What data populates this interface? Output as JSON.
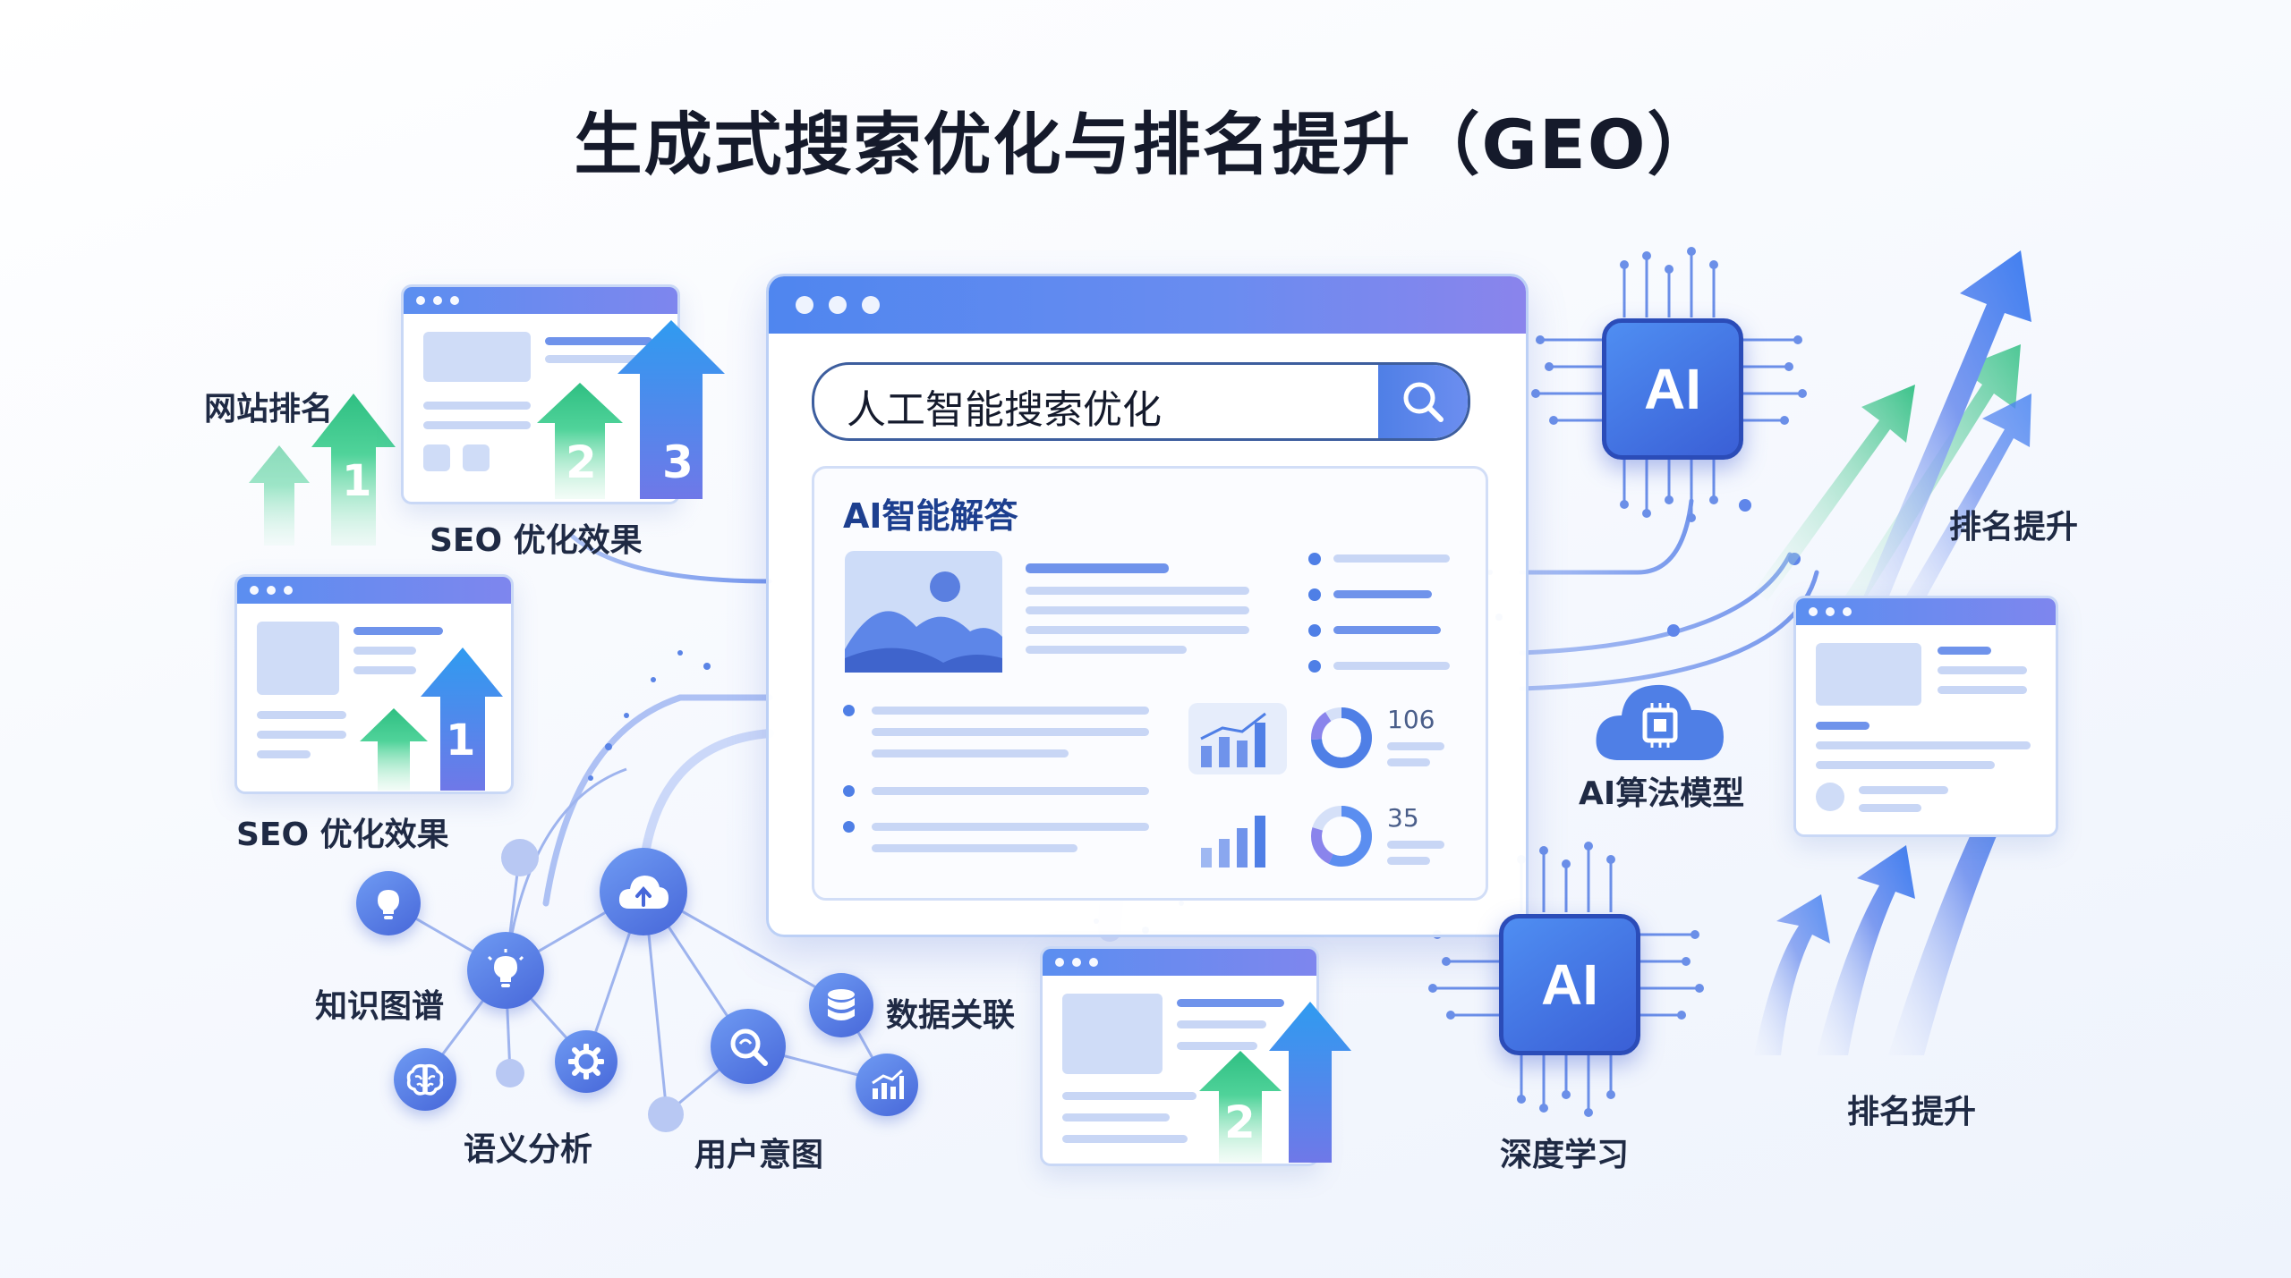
{
  "title": "生成式搜索优化与排名提升（GEO）",
  "labels": {
    "website_ranking": "网站排名",
    "seo_effect_top": "SEO 优化效果",
    "seo_effect_left": "SEO 优化效果",
    "ranking_up_top": "排名提升",
    "ranking_up_bottom": "排名提升",
    "ai_algorithm_model": "AI算法模型",
    "deep_learning": "深度学习",
    "knowledge_graph": "知识图谱",
    "semantic_analysis": "语义分析",
    "user_intent": "用户意图",
    "data_association": "数据关联"
  },
  "search": {
    "query": "人工智能搜索优化"
  },
  "answer_panel": {
    "title": "AI智能解答",
    "stat_1": "106",
    "stat_2": "35"
  },
  "chips": {
    "top": "AI",
    "bottom": "AI"
  },
  "rank_numbers": {
    "top_a": "1",
    "top_b": "2",
    "top_c": "3",
    "left": "1",
    "bottom": "2"
  },
  "icons": [
    "search-icon",
    "lightbulb-icon",
    "cloud-upload-icon",
    "gear-icon",
    "brain-icon",
    "database-icon",
    "bar-chart-icon",
    "magnifier-icon",
    "cpu-icon"
  ],
  "colors": {
    "accent_blue": "#4f7fe6",
    "accent_green": "#3cc28a",
    "accent_purple": "#7e86ee",
    "title": "#151a2b"
  }
}
